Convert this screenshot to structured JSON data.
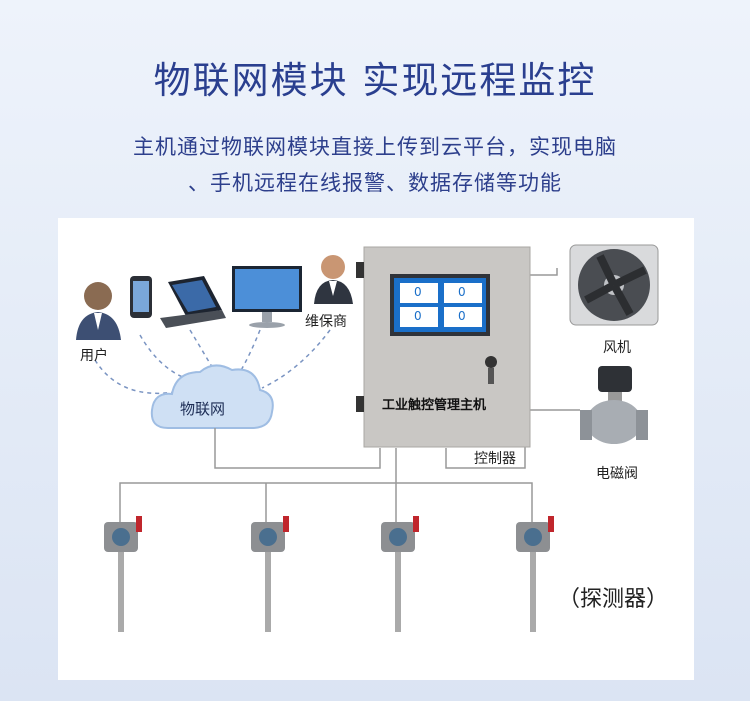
{
  "title": "物联网模块 实现远程监控",
  "subtitle_line1": "主机通过物联网模块直接上传到云平台，实现电脑",
  "subtitle_line2": "、手机远程在线报警、数据存储等功能",
  "diagram": {
    "user_label": "用户",
    "maintainer_label": "维保商",
    "cloud_label": "物联网",
    "controller_text": "工业触控管理主机",
    "controller_label": "控制器",
    "fan_label": "风机",
    "valve_label": "电磁阀",
    "detector_label": "（探测器）",
    "screen_values": [
      "0",
      "0",
      "0",
      "0"
    ]
  },
  "colors": {
    "title": "#2a3f8f",
    "cabinet": "#c9c7c4",
    "line": "#999999",
    "cloud": "#cfe0f4",
    "screen": "#1a6fc9"
  }
}
